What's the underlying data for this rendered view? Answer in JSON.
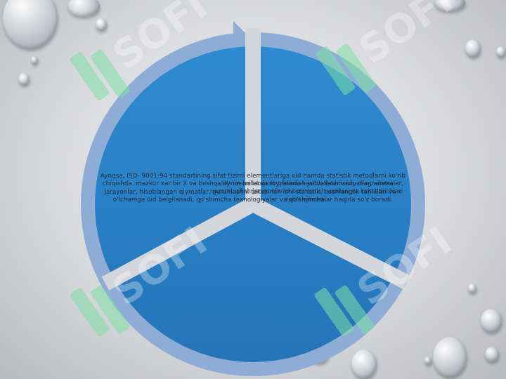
{
  "slide": {
    "watermark_text": "SOFI",
    "body_text": "Aynqsa, ISO- 9001-94 standartining sifat tizimi elementlariga oid hamda statistik metodlarni ko'rib chiqishda, mazkur xar bir X va boshqa ayrim hollarda foydalanish jadvallashtirish, diagrammalar, jarayonlar, hisoblangan qiymatlar, guruhlashni tekshirish ishi statistik, boshlanglik tahlillari va x o'lchamga oid belgilanadi, qo'shimcha texnologiyalar va qo'shimchalar haqida so'z boradi.",
    "overlay_text": "XX navoni eksport qilishda kechikishlar vaziyatlar, sifatni nazorat qilish jarayonlarini boshqarish usullari va ko'rsatkichlari tahlil qilinadi.",
    "colors": {
      "segment_fill": "#2b86cc",
      "ring": "#8eadd6",
      "divider": "#d3d6db",
      "background": "#dcdde0"
    }
  }
}
